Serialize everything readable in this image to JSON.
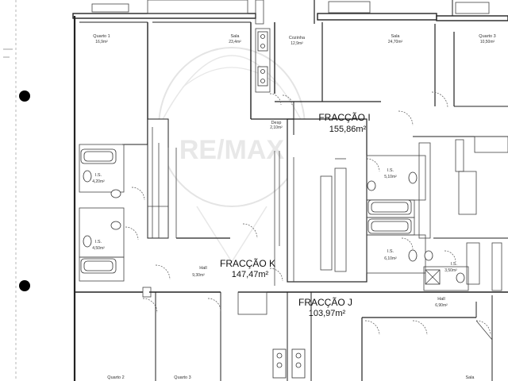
{
  "watermark": {
    "text": "RE/MAX",
    "color": "#c9c9c9"
  },
  "fractions": {
    "i": {
      "name": "FRACÇÃO I",
      "area": "155,86m²"
    },
    "j": {
      "name": "FRACÇÃO J",
      "area": "103,97m²"
    },
    "k": {
      "name": "FRACÇÃO K",
      "area": "147,47m²"
    }
  },
  "rooms": {
    "quarto1": {
      "name": "Quarto 1",
      "area": "16,9m²"
    },
    "sala_left": {
      "name": "Sala",
      "area": "23,4m²"
    },
    "cozinha": {
      "name": "Cozinha",
      "area": "12,9m²"
    },
    "sala_mid": {
      "name": "Sala",
      "area": "24,70m²"
    },
    "quarto3_right": {
      "name": "Quarto 3",
      "area": "10,50m²"
    },
    "desp": {
      "name": "Desp",
      "area": "2,10m²"
    },
    "is_left_top": {
      "name": "I.S.",
      "area": "4,20m²"
    },
    "is_left_bottom": {
      "name": "I.S.",
      "area": "4,50m²"
    },
    "is_mid_top": {
      "name": "I.S.",
      "area": "5,10m²"
    },
    "is_mid_bottom": {
      "name": "I.S.",
      "area": "6,10m²"
    },
    "is_small": {
      "name": "I.S.",
      "area": "3,50m²"
    },
    "hall_k": {
      "name": "Hall",
      "area": "9,30m²"
    },
    "hall_j": {
      "name": "Hall",
      "area": "6,90m²"
    },
    "quarto2": {
      "name": "Quarto 2",
      "area": ""
    },
    "quarto3_bottom": {
      "name": "Quarto 3",
      "area": ""
    },
    "sala_bottom": {
      "name": "Sala",
      "area": ""
    }
  }
}
